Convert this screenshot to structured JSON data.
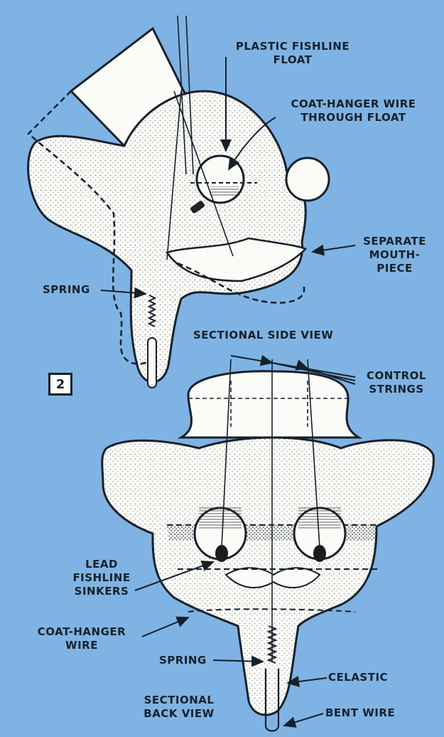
{
  "figure_number": "2",
  "side_view": {
    "title": "SECTIONAL SIDE VIEW",
    "labels": {
      "float": "PLASTIC FISHLINE\nFLOAT",
      "coat_wire": "COAT-HANGER WIRE\nTHROUGH FLOAT",
      "mouthpiece": "SEPARATE\nMOUTH-\nPIECE",
      "spring": "SPRING"
    }
  },
  "back_view": {
    "title": "SECTIONAL\nBACK VIEW",
    "labels": {
      "control_strings": "CONTROL\nSTRINGS",
      "sinkers": "LEAD\nFISHLINE\nSINKERS",
      "coat_wire": "COAT-HANGER\nWIRE",
      "spring": "SPRING",
      "celastic": "CELASTIC",
      "bent_wire": "BENT WIRE"
    }
  },
  "colors": {
    "background": "#7fb3e3",
    "ink": "#16202a",
    "paper": "#fbfbf7"
  }
}
